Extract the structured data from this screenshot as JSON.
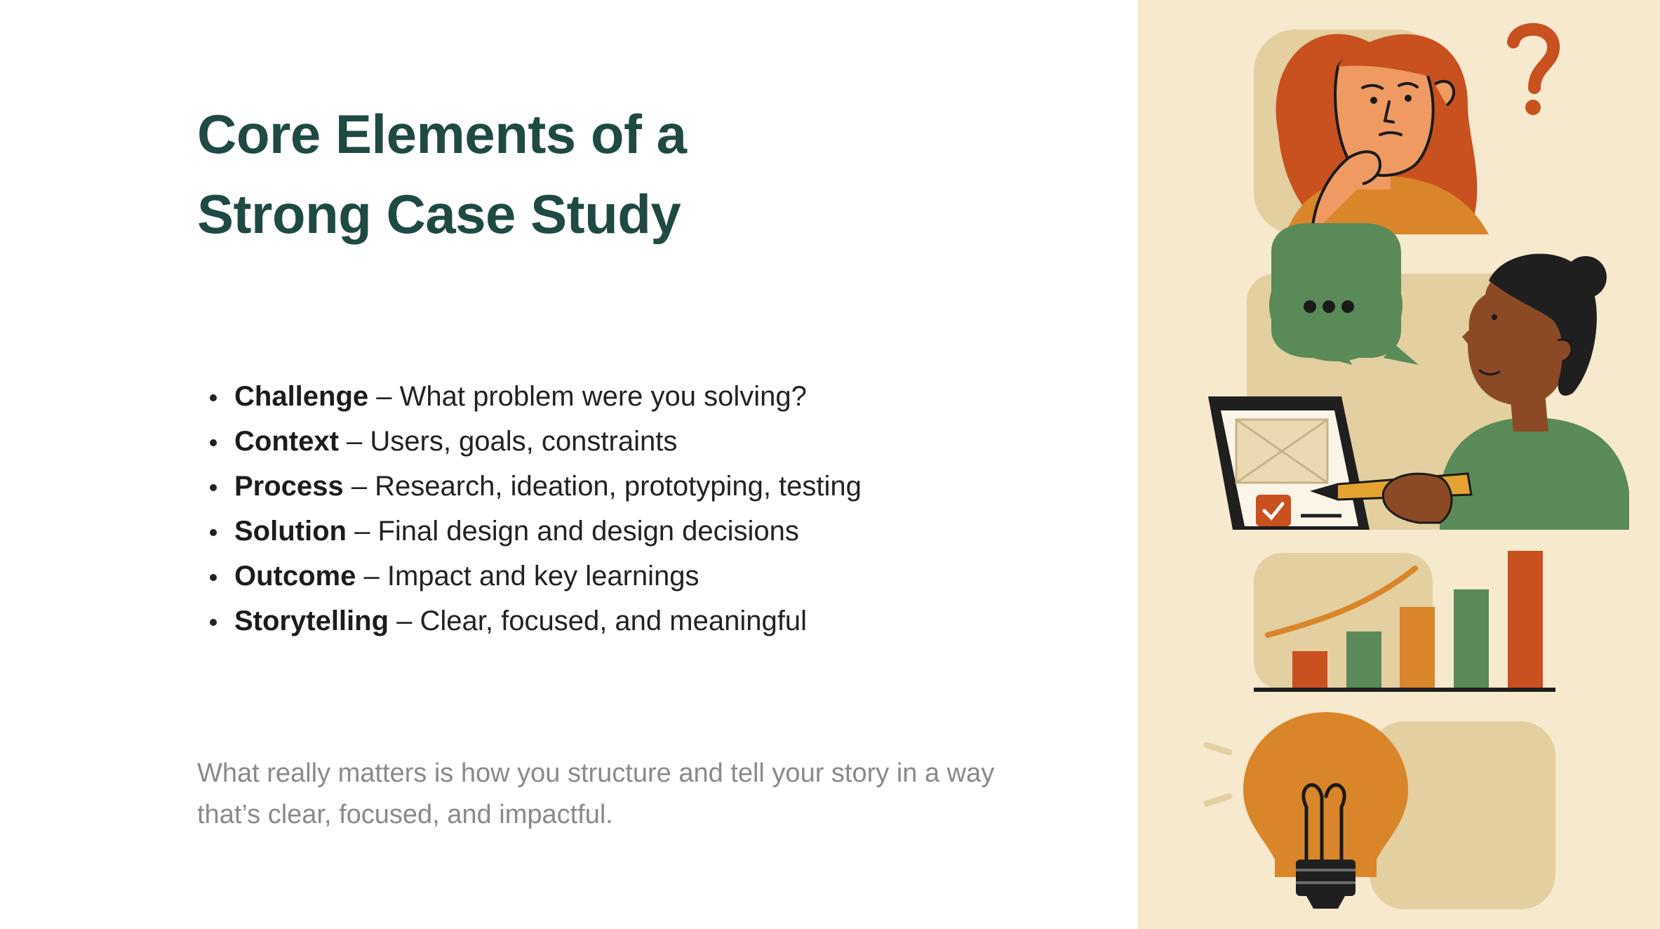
{
  "slide": {
    "title_line1": "Core Elements of a",
    "title_line2": "Strong Case Study",
    "bullets": [
      {
        "term": "Challenge",
        "text": " – What problem were you solving?"
      },
      {
        "term": "Context",
        "text": " – Users, goals, constraints"
      },
      {
        "term": "Process",
        "text": " – Research, ideation, prototyping, testing"
      },
      {
        "term": "Solution",
        "text": " – Final design and design decisions"
      },
      {
        "term": "Outcome",
        "text": " – Impact and key learnings"
      },
      {
        "term": "Storytelling",
        "text": " – Clear, focused, and meaningful"
      }
    ],
    "summary": "What really matters is how you structure and tell your story in a way that’s clear, focused, and impactful."
  },
  "illustration": {
    "icons": [
      "question-mark-icon",
      "speech-bubble-icon",
      "wireframe-tablet-icon",
      "checkbox-icon",
      "pencil-icon",
      "bar-chart-icon",
      "trend-line-icon",
      "light-bulb-icon"
    ],
    "colors": {
      "panel_bg": "#f6e9cd",
      "card_bg": "#e3cfa0",
      "rust": "#c9501f",
      "orange": "#d9852a",
      "green": "#5a8a58",
      "dark_teal": "#1f4a44"
    }
  }
}
